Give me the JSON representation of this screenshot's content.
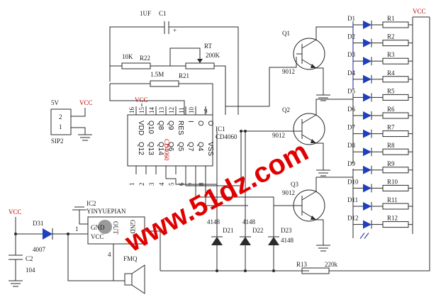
{
  "watermark": "www.51dz.com",
  "supply": {
    "vcc": "VCC",
    "v5": "5V"
  },
  "capacitors": {
    "c1": "C1",
    "c1_value": "1UF",
    "c1_plus": "+",
    "c2": "C2",
    "c2_value": "104"
  },
  "resistors": {
    "r22": "R22",
    "r22_value": "10K",
    "rt": "RT",
    "rt_value": "200K",
    "r21": "R21",
    "r21_value": "1.5M",
    "r13": "R13",
    "r13_value": "220k",
    "led_resistors": [
      "R1",
      "R2",
      "R3",
      "R4",
      "R5",
      "R6",
      "R7",
      "R8",
      "R9",
      "R10",
      "R11",
      "R12"
    ]
  },
  "leds": [
    "D1",
    "D2",
    "D3",
    "D4",
    "D5",
    "D6",
    "D7",
    "D8",
    "D9",
    "D10",
    "D11",
    "D12"
  ],
  "transistors": [
    {
      "ref": "Q1",
      "part": "9012"
    },
    {
      "ref": "Q2",
      "part": "9012"
    },
    {
      "ref": "Q3",
      "part": "9012"
    }
  ],
  "ic1": {
    "ref": "IC1",
    "part": "CD4060",
    "watermark": "CD4060",
    "top_pins": [
      "16",
      "15",
      "14",
      "13",
      "12",
      "11",
      "10",
      "9"
    ],
    "bottom_pins": [
      "1",
      "2",
      "3",
      "4",
      "5",
      "6",
      "7",
      "8"
    ],
    "top_names": [
      "VDD",
      "Q10",
      "Q8",
      "Q9",
      "RES",
      "I",
      "O",
      "O"
    ],
    "bottom_names": [
      "Q12",
      "Q13",
      "Q14",
      "Q6",
      "Q5",
      "Q7",
      "Q4",
      "VSS"
    ],
    "vcc": "VCC"
  },
  "diodes": [
    {
      "ref": "D21",
      "part": "4148"
    },
    {
      "ref": "D22",
      "part": "4148"
    },
    {
      "ref": "D23",
      "part": "4148"
    },
    {
      "ref": "D31",
      "part": "4007"
    }
  ],
  "sip": {
    "ref": "SIP2",
    "pins": [
      "2",
      "1"
    ]
  },
  "ic2": {
    "ref": "IC2",
    "part": "YINYUEPIAN",
    "pin_gnd": "GND",
    "pin_out": "OUT",
    "pin_vcc": "VCC",
    "pin_gnd2": "GND",
    "pin_num_1": "1",
    "pin_num_4": "4"
  },
  "buzzer": {
    "ref": "FMQ"
  }
}
